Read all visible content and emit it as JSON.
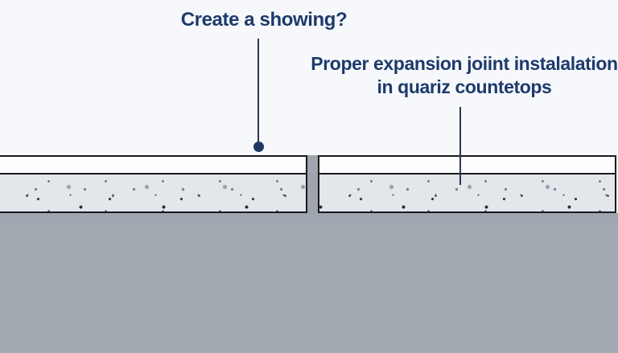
{
  "annotations": {
    "top_left": {
      "text": "Create a showing?"
    },
    "top_right": {
      "line1": "Proper expansion joiint instalalation",
      "line2": "in quariz countetops"
    }
  },
  "colors": {
    "background": "#f7f8fc",
    "title_text": "#1d3a6b",
    "leader_line": "#2c3752",
    "leader_dot": "#1f3864",
    "slab_border": "#17191d",
    "slab_top_fill": "#fdfdff",
    "quartz_fill": "#e3e7ec",
    "base_fill": "#a3aab2",
    "joint_gap_fill": "#9ea5ae"
  }
}
